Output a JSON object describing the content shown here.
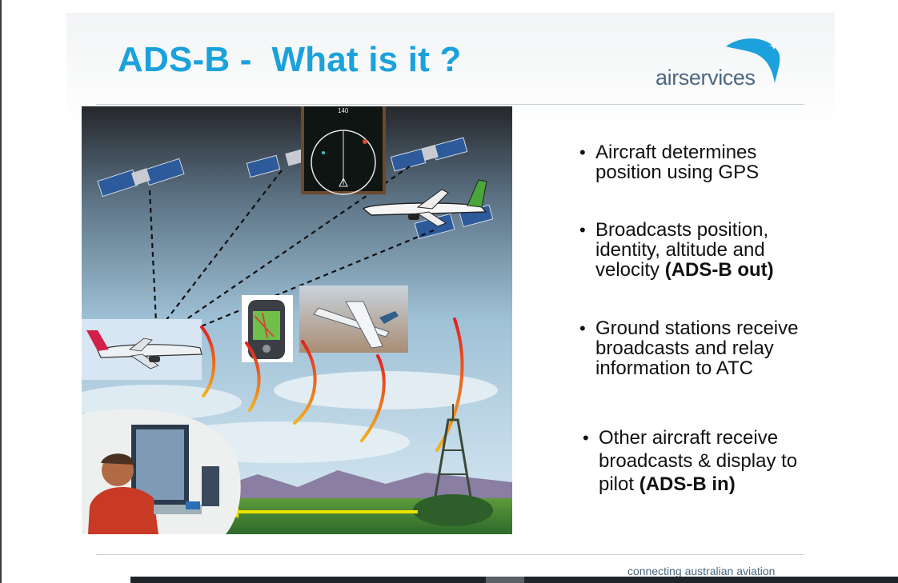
{
  "slide": {
    "title": "ADS-B -  What is it ?",
    "logo": {
      "text": "airservices",
      "icon": "boomerang-swoosh-icon",
      "brand_color": "#1ba1dc"
    },
    "footer": "connecting australian aviation"
  },
  "figure": {
    "cockpit_display_label": "140"
  },
  "bullets": [
    {
      "lines": [
        "Aircraft determines",
        "position using GPS"
      ]
    },
    {
      "lines": [
        "Broadcasts position,",
        "identity, altitude and",
        "velocity "
      ],
      "bold": "(ADS-B out)"
    },
    {
      "lines": [
        "Ground stations receive",
        "broadcasts and relay",
        "information to ATC"
      ]
    },
    {
      "lines": [
        "Other aircraft receive",
        "broadcasts  & display to",
        "pilot "
      ],
      "bold": "(ADS-B in)"
    }
  ],
  "colors": {
    "title": "#1ba1dc",
    "logo_text": "#4b6780",
    "bullet_text": "#111111"
  }
}
